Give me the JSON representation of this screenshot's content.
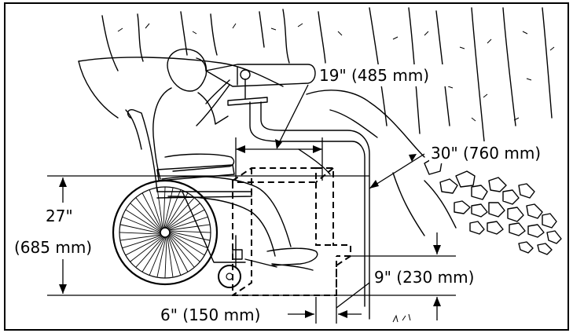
{
  "dimensions": {
    "width_above": "19\" (485 mm)",
    "depth_clearance": "30\" (760 mm)",
    "knee_height_line1": "27\"",
    "knee_height_line2": "(685 mm)",
    "toe_height": "9\" (230 mm)",
    "toe_depth": "6\" (150 mm)"
  },
  "colors": {
    "line": "#000000",
    "background": "#ffffff"
  }
}
